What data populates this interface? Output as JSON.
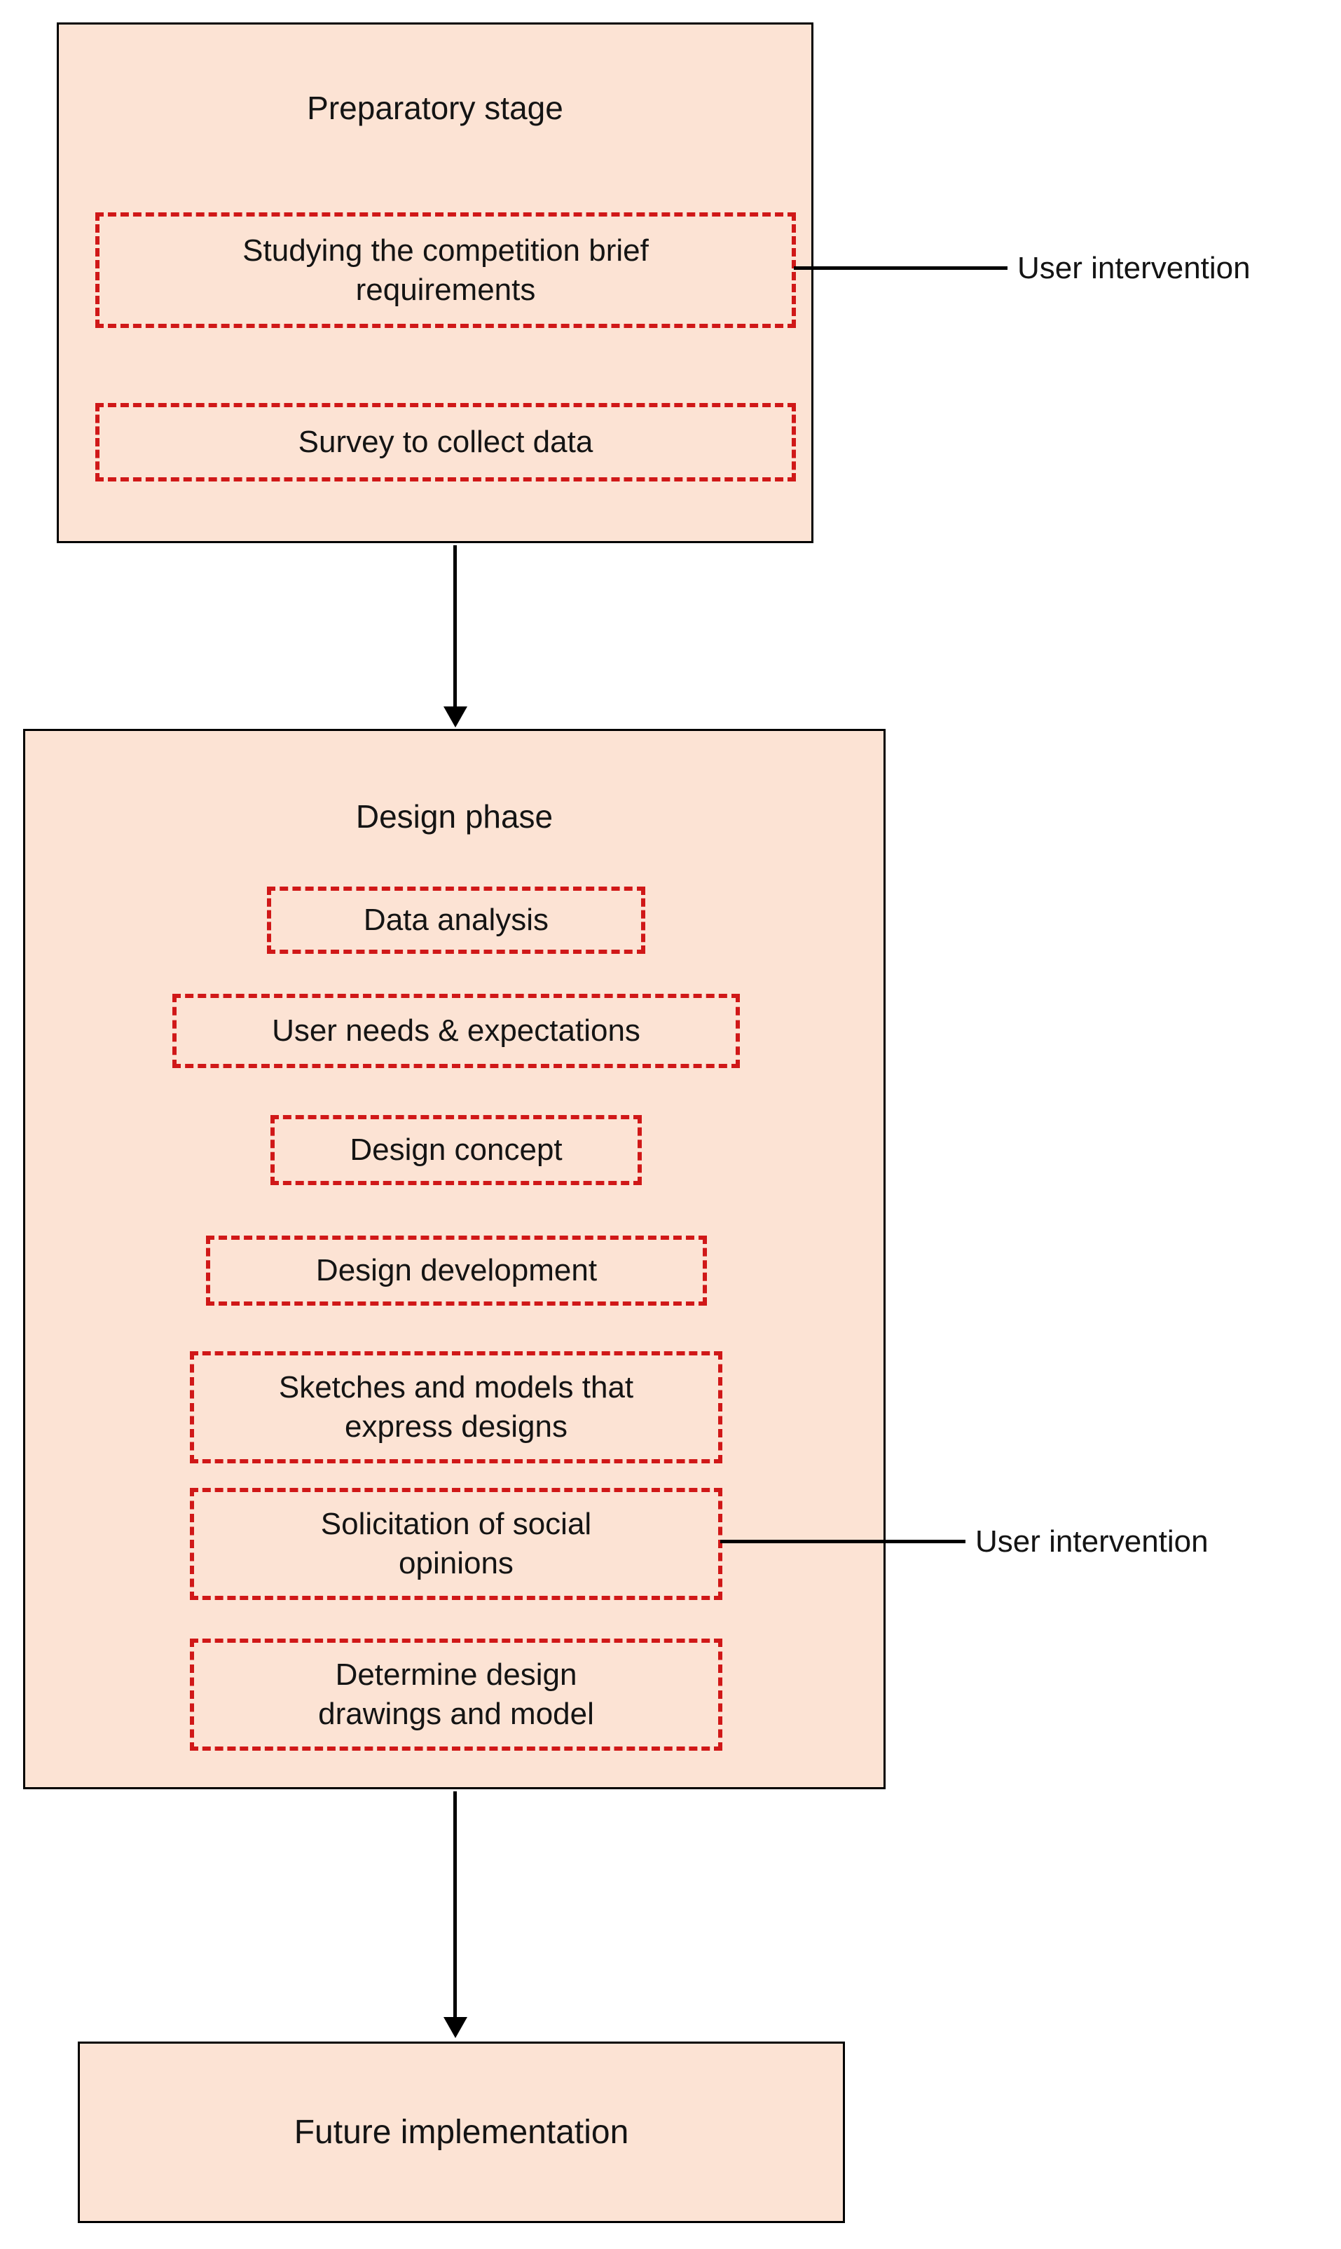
{
  "stages": [
    {
      "title": "Preparatory stage",
      "items": [
        {
          "label": "Studying the competition brief\nrequirements"
        },
        {
          "label": "Survey to collect data"
        }
      ]
    },
    {
      "title": "Design phase",
      "items": [
        {
          "label": "Data analysis"
        },
        {
          "label": "User needs & expectations"
        },
        {
          "label": "Design concept"
        },
        {
          "label": "Design development"
        },
        {
          "label": "Sketches and models that\nexpress designs"
        },
        {
          "label": "Solicitation of social\nopinions"
        },
        {
          "label": "Determine design\ndrawings and model"
        }
      ]
    },
    {
      "title": "Future implementation",
      "items": []
    }
  ],
  "annotations": [
    {
      "label": "User intervention"
    },
    {
      "label": "User intervention"
    }
  ],
  "colors": {
    "background": "#ffffff",
    "stage_fill": "#fce3d4",
    "stage_border": "#000000",
    "dashed_item_border": "#d01818",
    "text": "#141414",
    "connector": "#000000"
  }
}
